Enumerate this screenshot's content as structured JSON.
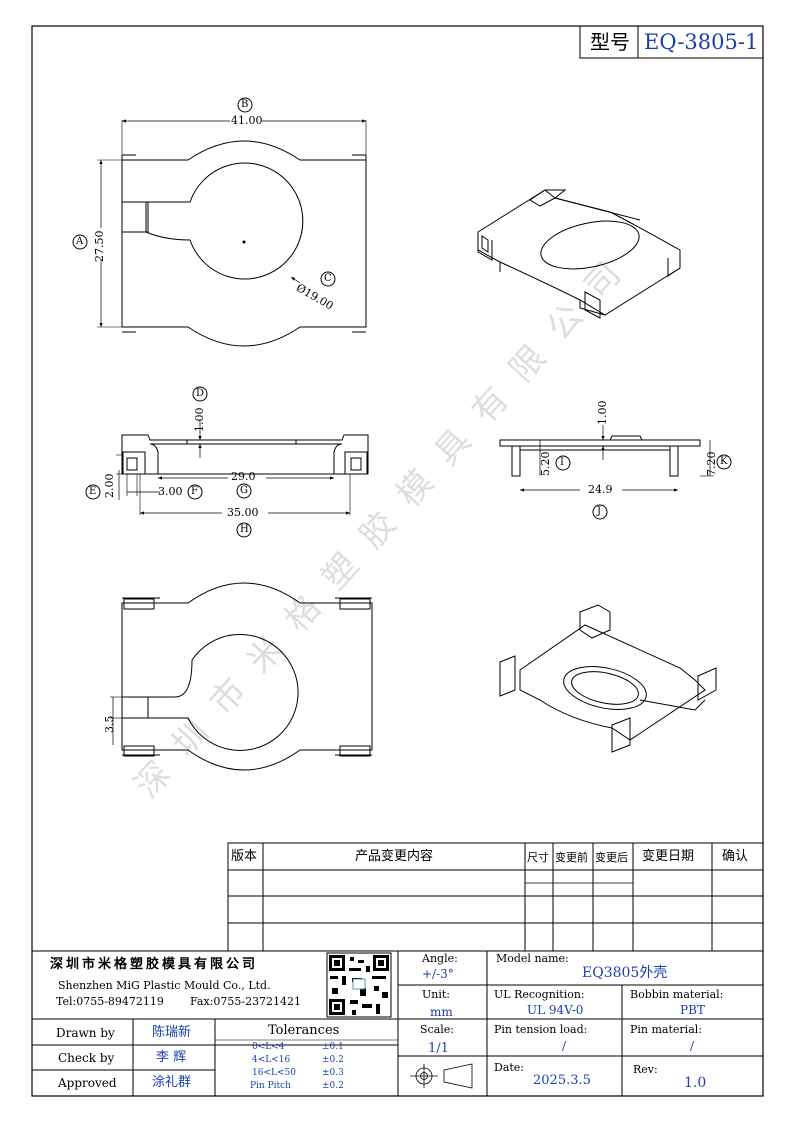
{
  "title_block": {
    "model_label": "型号",
    "model_code": "EQ-3805-1"
  },
  "dimensions": {
    "A_label": "A",
    "A_value": "27.50",
    "B_label": "B",
    "B_value": "41.00",
    "C_label": "C",
    "C_value": "Ø19.00",
    "D_label": "D",
    "D_value": "1.00",
    "E_label": "E",
    "E_value": "2.00",
    "F_label": "F",
    "F_value": "3.00",
    "G_label": "G",
    "G_value": "29.0",
    "H_label": "H",
    "H_value": "35.00",
    "I_label": "I",
    "I_value": "5.20",
    "J_label": "J",
    "J_value": "24.9",
    "K_label": "K",
    "K_value": "7.20",
    "side_top_value": "1.00",
    "bottom_view_value": "3.5"
  },
  "watermark": "深圳市米格塑胶模具有限公司",
  "revision_table": {
    "headers": [
      "版本",
      "产品变更内容",
      "尺寸",
      "变更前",
      "变更后",
      "变更日期",
      "确认"
    ]
  },
  "company": {
    "name_cn": "深圳市米格塑胶模具有限公司",
    "name_en": "Shenzhen MiG Plastic Mould Co., Ltd.",
    "tel": "Tel:0755-89472119",
    "fax": "Fax:0755-23721421"
  },
  "specs": {
    "angle_label": "Angle:",
    "angle_value": "+/-3°",
    "unit_label": "Unit:",
    "unit_value": "mm",
    "scale_label": "Scale:",
    "scale_value": "1/1",
    "model_name_label": "Model name:",
    "model_name_value": "EQ3805外壳",
    "ul_label": "UL Recognition:",
    "ul_value": "UL 94V-0",
    "bobbin_label": "Bobbin material:",
    "bobbin_value": "PBT",
    "pin_tension_label": "Pin tension load:",
    "pin_tension_value": "/",
    "pin_material_label": "Pin material:",
    "pin_material_value": "/",
    "date_label": "Date:",
    "date_value": "2025.3.5",
    "rev_label": "Rev:",
    "rev_value": "1.0"
  },
  "signatures": {
    "drawn_label": "Drawn by",
    "drawn_name": "陈瑞新",
    "check_label": "Check by",
    "check_name": "李 辉",
    "approved_label": "Approved",
    "approved_name": "涂礼群"
  },
  "tolerances": {
    "title": "Tolerances",
    "rows": [
      {
        "range": "0<L<4",
        "value": "±0.1"
      },
      {
        "range": "4<L<16",
        "value": "±0.2"
      },
      {
        "range": "16<L<50",
        "value": "±0.3"
      },
      {
        "range": "Pin Pitch",
        "value": "±0.2"
      }
    ]
  }
}
